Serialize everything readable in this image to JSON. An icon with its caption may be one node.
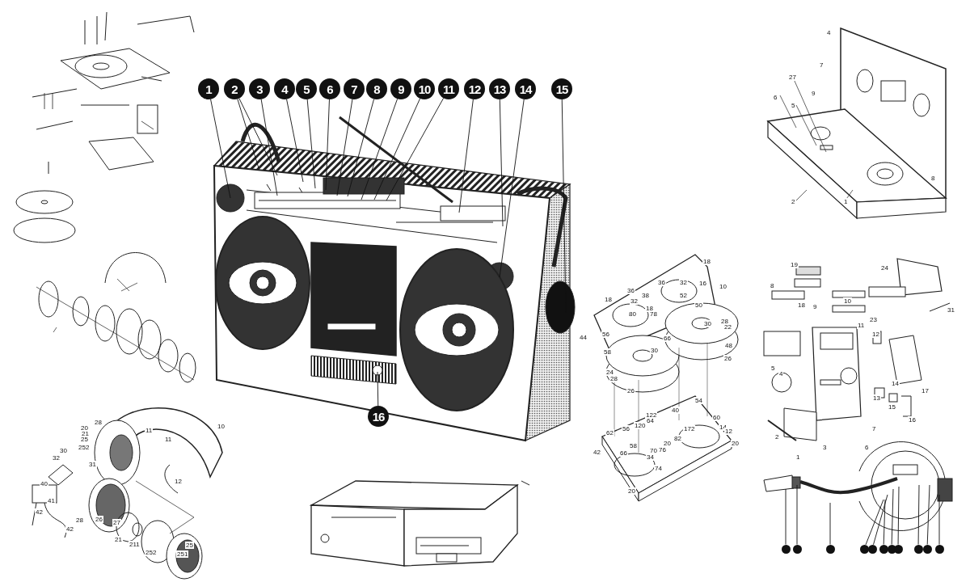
{
  "diagram": {
    "nodes": [
      {
        "text": [
          "1"
        ]
      },
      {
        "text": [
          "2"
        ]
      },
      {
        "text": [
          "3"
        ]
      },
      {
        "text": [
          "4"
        ]
      },
      {
        "text": [
          "5"
        ]
      },
      {
        "text": [
          "6"
        ]
      },
      {
        "text": [
          "7"
        ]
      },
      {
        "text": [
          "8"
        ]
      },
      {
        "text": [
          "9"
        ]
      },
      {
        "text": [
          "10"
        ]
      },
      {
        "text": [
          "11"
        ]
      },
      {
        "text": [
          "12"
        ]
      },
      {
        "text": [
          "13"
        ]
      },
      {
        "text": [
          "14"
        ]
      },
      {
        "text": [
          "15"
        ]
      },
      {
        "text": [
          "16"
        ]
      },
      {
        "text": [],
        "shape": "circle"
      },
      {
        "text": [],
        "shape": "circle"
      },
      {
        "text": [],
        "shape": "circle"
      },
      {
        "text": [],
        "shape": "circle"
      },
      {
        "text": [],
        "shape": "circle"
      },
      {
        "text": [],
        "shape": "circle"
      },
      {
        "text": [],
        "shape": "circle"
      },
      {
        "text": [],
        "shape": "circle"
      },
      {
        "text": [],
        "shape": "circle"
      },
      {
        "text": [],
        "shape": "circle"
      },
      {
        "text": [],
        "shape": "circle"
      }
    ],
    "edges": [
      {
        "from": 0,
        "to": null,
        "arrow": "none"
      },
      {
        "from": 1,
        "to": null,
        "arrow": "none"
      },
      {
        "from": 1,
        "to": null,
        "arrow": "none"
      },
      {
        "from": 2,
        "to": null,
        "arrow": "none"
      },
      {
        "from": 3,
        "to": null,
        "arrow": "none"
      },
      {
        "from": 4,
        "to": null,
        "arrow": "none"
      },
      {
        "from": 5,
        "to": null,
        "arrow": "none"
      },
      {
        "from": 6,
        "to": null,
        "arrow": "none"
      },
      {
        "from": 7,
        "to": null,
        "arrow": "none"
      },
      {
        "from": 8,
        "to": null,
        "arrow": "none"
      },
      {
        "from": 9,
        "to": null,
        "arrow": "none"
      },
      {
        "from": 10,
        "to": null,
        "arrow": "none"
      },
      {
        "from": 11,
        "to": null,
        "arrow": "none"
      },
      {
        "from": 12,
        "to": null,
        "arrow": "none"
      },
      {
        "from": 13,
        "to": null,
        "arrow": "none"
      },
      {
        "from": 14,
        "to": null,
        "arrow": "none"
      },
      {
        "from": 15,
        "to": null,
        "arrow": "none"
      },
      {
        "from": 16,
        "to": null,
        "arrow": "none"
      },
      {
        "from": 17,
        "to": null,
        "arrow": "none"
      },
      {
        "from": 18,
        "to": null,
        "arrow": "none"
      },
      {
        "from": 19,
        "to": null,
        "arrow": "none"
      },
      {
        "from": 20,
        "to": null,
        "arrow": "none"
      },
      {
        "from": 21,
        "to": null,
        "arrow": "none"
      },
      {
        "from": 22,
        "to": null,
        "arrow": "none"
      },
      {
        "from": 23,
        "to": null,
        "arrow": "none"
      },
      {
        "from": 24,
        "to": null,
        "arrow": "none"
      },
      {
        "from": 25,
        "to": null,
        "arrow": "none"
      },
      {
        "from": 26,
        "to": null,
        "arrow": "none"
      }
    ],
    "labels": [
      "4",
      "27",
      "7",
      "9",
      "6",
      "5",
      "8",
      "2",
      "1",
      "28",
      "20",
      "21",
      "25",
      "252",
      "30",
      "32",
      "31",
      "11",
      "10",
      "11",
      "12",
      "40",
      "41",
      "42",
      "28",
      "26",
      "27",
      "42",
      "21",
      "211",
      "252",
      "25",
      "251",
      "19",
      "24",
      "8",
      "18",
      "10",
      "9",
      "11",
      "23",
      "31",
      "12",
      "5",
      "4",
      "17",
      "14",
      "13",
      "15",
      "16",
      "2",
      "7",
      "3",
      "6",
      "1",
      "18",
      "36",
      "32",
      "16",
      "10",
      "18",
      "36",
      "38",
      "32",
      "52",
      "18",
      "50",
      "80",
      "78",
      "28",
      "30",
      "22",
      "44",
      "56",
      "66",
      "58",
      "48",
      "30",
      "26",
      "24",
      "28",
      "26",
      "54",
      "122",
      "40",
      "64",
      "60",
      "120",
      "14",
      "12",
      "62",
      "56",
      "172",
      "82",
      "58",
      "20",
      "20",
      "42",
      "66",
      "70",
      "76",
      "34",
      "74",
      "20"
    ]
  }
}
